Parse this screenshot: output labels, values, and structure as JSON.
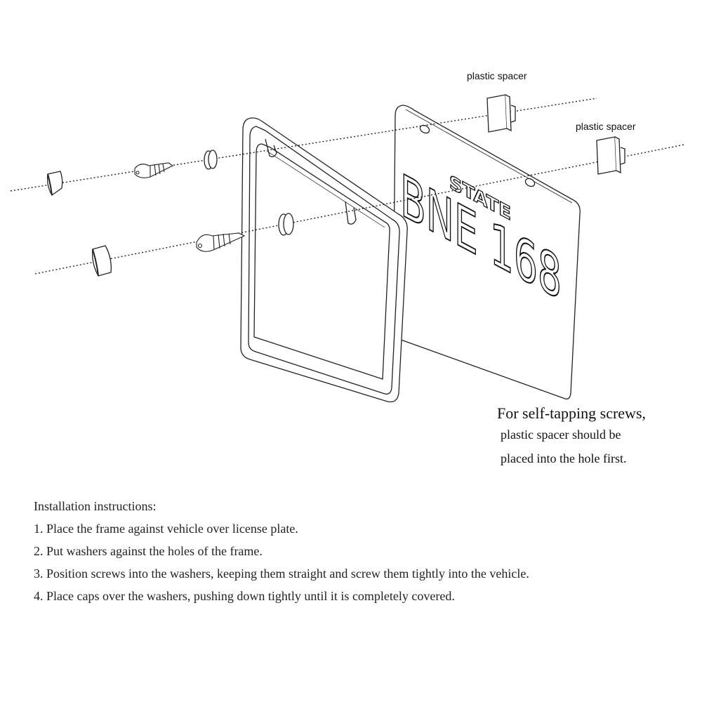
{
  "labels": {
    "spacer_top": "plastic spacer",
    "spacer_right": "plastic spacer"
  },
  "plate": {
    "state": "STATE",
    "number": "BNE 168"
  },
  "note": {
    "line1": "For self-tapping screws,",
    "line2": "plastic spacer should be",
    "line3": "placed into the hole first."
  },
  "instructions": {
    "title": "Installation instructions:",
    "steps": [
      "1. Place the frame against vehicle over license plate.",
      "2. Put washers against the holes of the frame.",
      "3. Position screws into the washers, keeping them straight and screw them tightly into the vehicle.",
      "4. Place caps over the washers, pushing down tightly until it is completely covered."
    ]
  }
}
